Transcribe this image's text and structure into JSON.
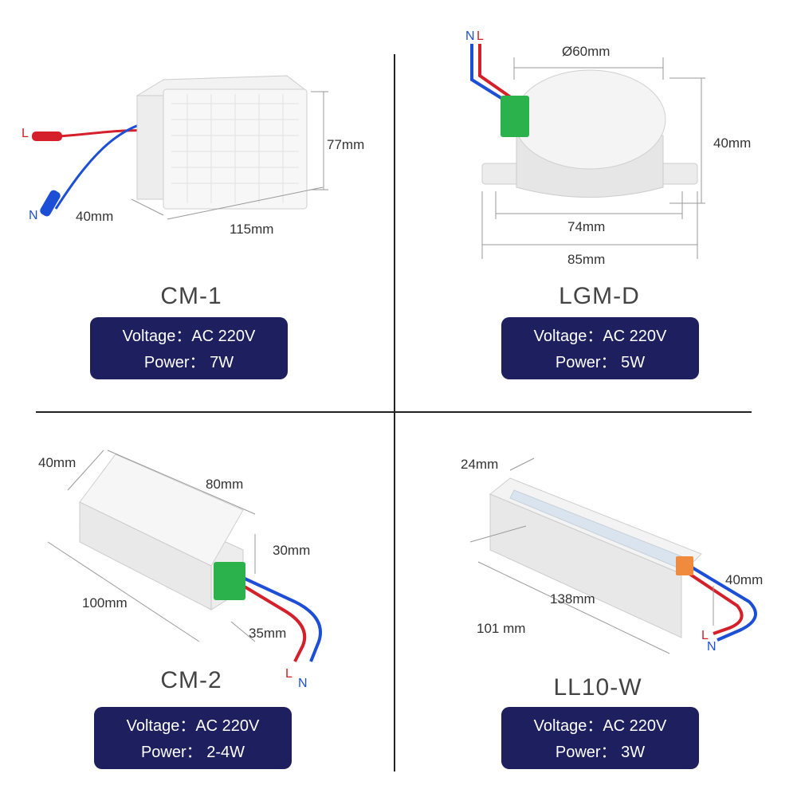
{
  "products": [
    {
      "model": "CM-1",
      "voltage_label": "Voltage：",
      "voltage_value": "AC 220V",
      "power_label": "Power：",
      "power_value": "7W",
      "dims": [
        "77mm",
        "40mm",
        "115mm"
      ],
      "wires": [
        "L",
        "N"
      ]
    },
    {
      "model": "LGM-D",
      "voltage_label": "Voltage：",
      "voltage_value": "AC 220V",
      "power_label": "Power：",
      "power_value": "5W",
      "dims": [
        "Ø60mm",
        "40mm",
        "74mm",
        "85mm"
      ],
      "wires": [
        "N",
        "L"
      ]
    },
    {
      "model": "CM-2",
      "voltage_label": "Voltage：",
      "voltage_value": "AC 220V",
      "power_label": "Power：",
      "power_value": "2-4W",
      "dims": [
        "40mm",
        "80mm",
        "30mm",
        "100mm",
        "35mm"
      ],
      "wires": [
        "L",
        "N"
      ]
    },
    {
      "model": "LL10-W",
      "voltage_label": "Voltage：",
      "voltage_value": "AC 220V",
      "power_label": "Power：",
      "power_value": "3W",
      "dims": [
        "24mm",
        "40mm",
        "138mm",
        "101 mm"
      ],
      "wires": [
        "L",
        "N"
      ]
    }
  ],
  "colors": {
    "spec_box_bg": "#1d1f5f",
    "wire_live": "#d4202a",
    "wire_neutral": "#1d4fd6",
    "terminal_green": "#2bb24c"
  }
}
